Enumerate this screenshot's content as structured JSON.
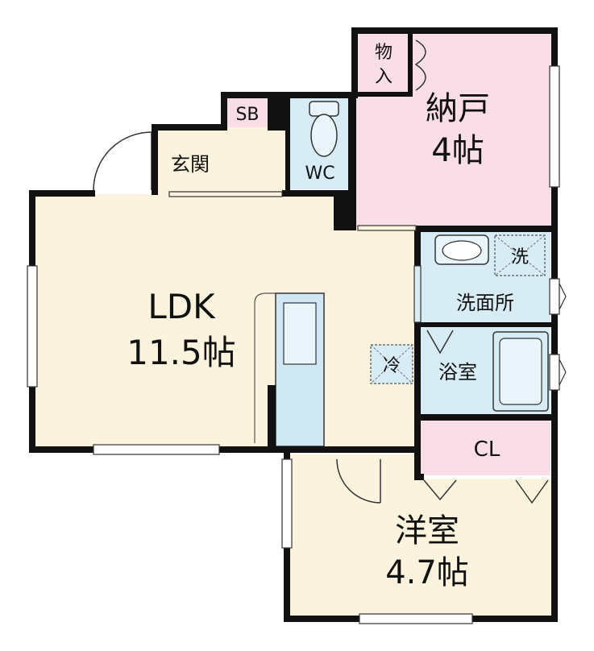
{
  "floor_plan": {
    "colors": {
      "ldk_floor": "#fbf3de",
      "western_floor": "#fbf3de",
      "storage_floor": "#f9dde7",
      "wet_area": "#d8ecf6",
      "wall": "#111111"
    },
    "rooms": {
      "ldk": {
        "name": "LDK",
        "size": "11.5帖"
      },
      "storage": {
        "name": "納戸",
        "size": "4帖"
      },
      "western": {
        "name": "洋室",
        "size": "4.7帖"
      },
      "entrance": {
        "name": "玄関"
      },
      "shoe_box": {
        "name": "SB"
      },
      "toilet": {
        "name": "WC"
      },
      "closet_small": {
        "name_line1": "物",
        "name_line2": "入"
      },
      "washroom": {
        "name": "洗面所"
      },
      "bathroom": {
        "name": "浴室"
      },
      "closet": {
        "name": "CL"
      }
    },
    "fixtures": {
      "fridge": "冷",
      "washer": "洗"
    }
  }
}
